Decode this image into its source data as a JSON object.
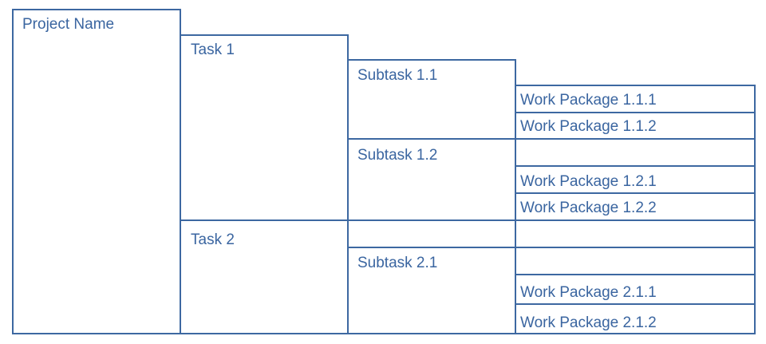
{
  "diagram": {
    "border_color": "#3d68a1",
    "text_color": "#3a65a0",
    "background": "#ffffff",
    "project": "Project Name",
    "tasks": [
      {
        "label": "Task 1",
        "subtasks": [
          {
            "label": "Subtask 1.1",
            "packages": [
              "Work Package 1.1.1",
              "Work Package 1.1.2"
            ]
          },
          {
            "label": "Subtask 1.2",
            "packages": [
              "",
              "Work Package 1.2.1",
              "Work Package 1.2.2"
            ]
          }
        ]
      },
      {
        "label": "Task 2",
        "subtasks": [
          {
            "label": "",
            "packages": [
              ""
            ]
          },
          {
            "label": "Subtask 2.1",
            "packages": [
              "",
              "Work Package 2.1.1",
              "Work Package 2.1.2"
            ]
          }
        ]
      }
    ]
  }
}
